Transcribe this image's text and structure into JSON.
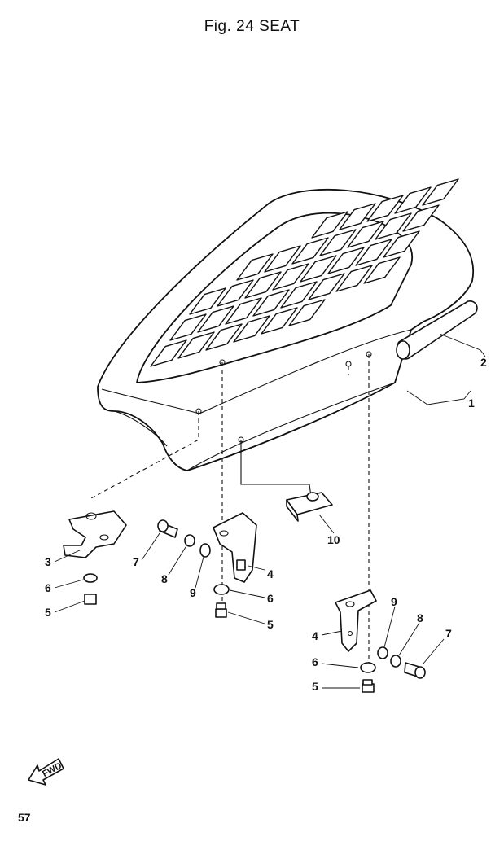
{
  "title": "Fig. 24  SEAT",
  "page_number": "57",
  "fwd_label": "FWD",
  "callouts": {
    "c1": "1",
    "c2": "2",
    "c3": "3",
    "c4a": "4",
    "c4b": "4",
    "c5a": "5",
    "c5b": "5",
    "c5c": "5",
    "c6a": "6",
    "c6b": "6",
    "c6c": "6",
    "c7a": "7",
    "c7b": "7",
    "c8a": "8",
    "c8b": "8",
    "c9a": "9",
    "c9b": "9",
    "c10": "10"
  }
}
